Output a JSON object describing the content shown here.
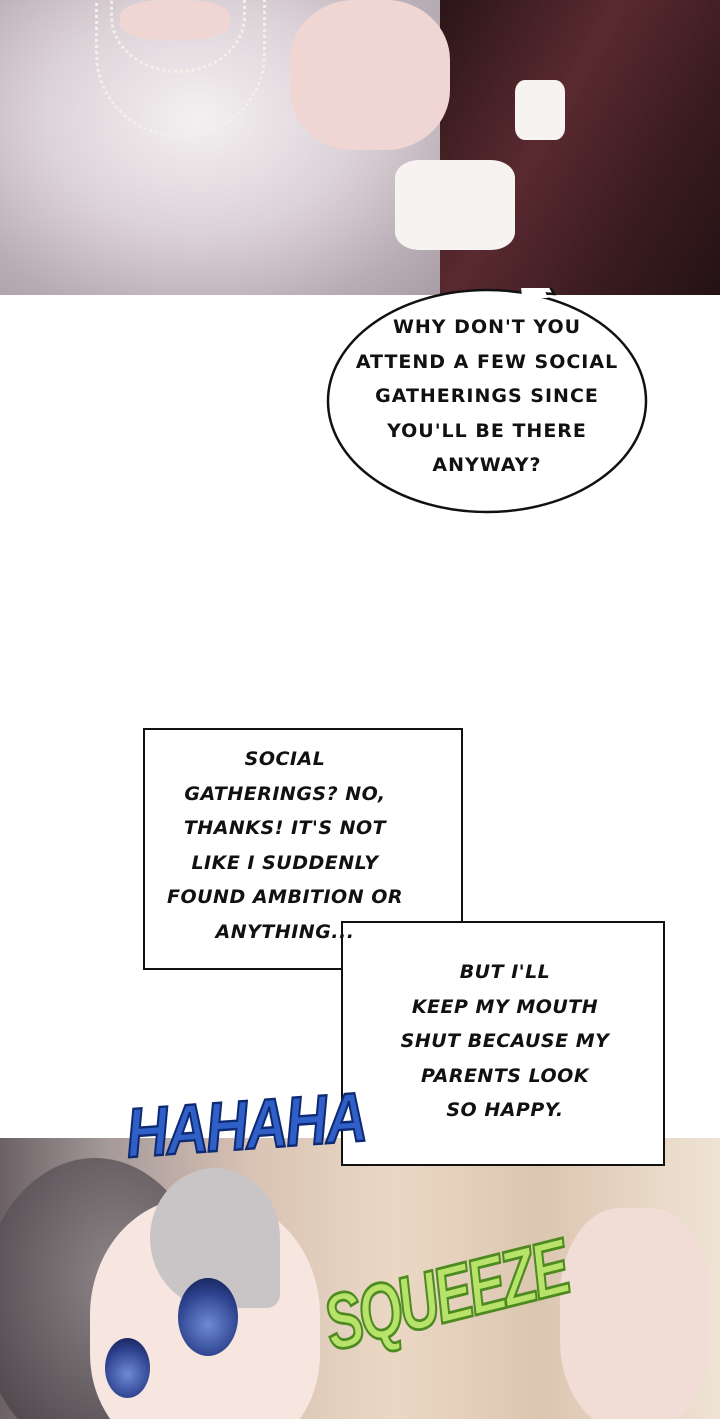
{
  "speech_bubble": {
    "lines": [
      "WHY DON'T YOU",
      "ATTEND A FEW SOCIAL",
      "GATHERINGS SINCE",
      "YOU'LL BE THERE",
      "ANYWAY?"
    ]
  },
  "narration_box_1": {
    "lines": [
      "SOCIAL",
      "GATHERINGS? NO,",
      "THANKS! IT'S NOT",
      "LIKE I SUDDENLY",
      "FOUND AMBITION OR",
      "ANYTHING..."
    ]
  },
  "narration_box_2": {
    "lines": [
      "BUT I'LL",
      "KEEP MY MOUTH",
      "SHUT BECAUSE MY",
      "PARENTS LOOK",
      "SO HAPPY."
    ]
  },
  "sound_effects": {
    "laugh": "HAHAHA",
    "squeeze": "SQUEEZE"
  },
  "colors": {
    "laugh_sfx": "#2f5fc7",
    "squeeze_sfx": "#b7e36a"
  }
}
